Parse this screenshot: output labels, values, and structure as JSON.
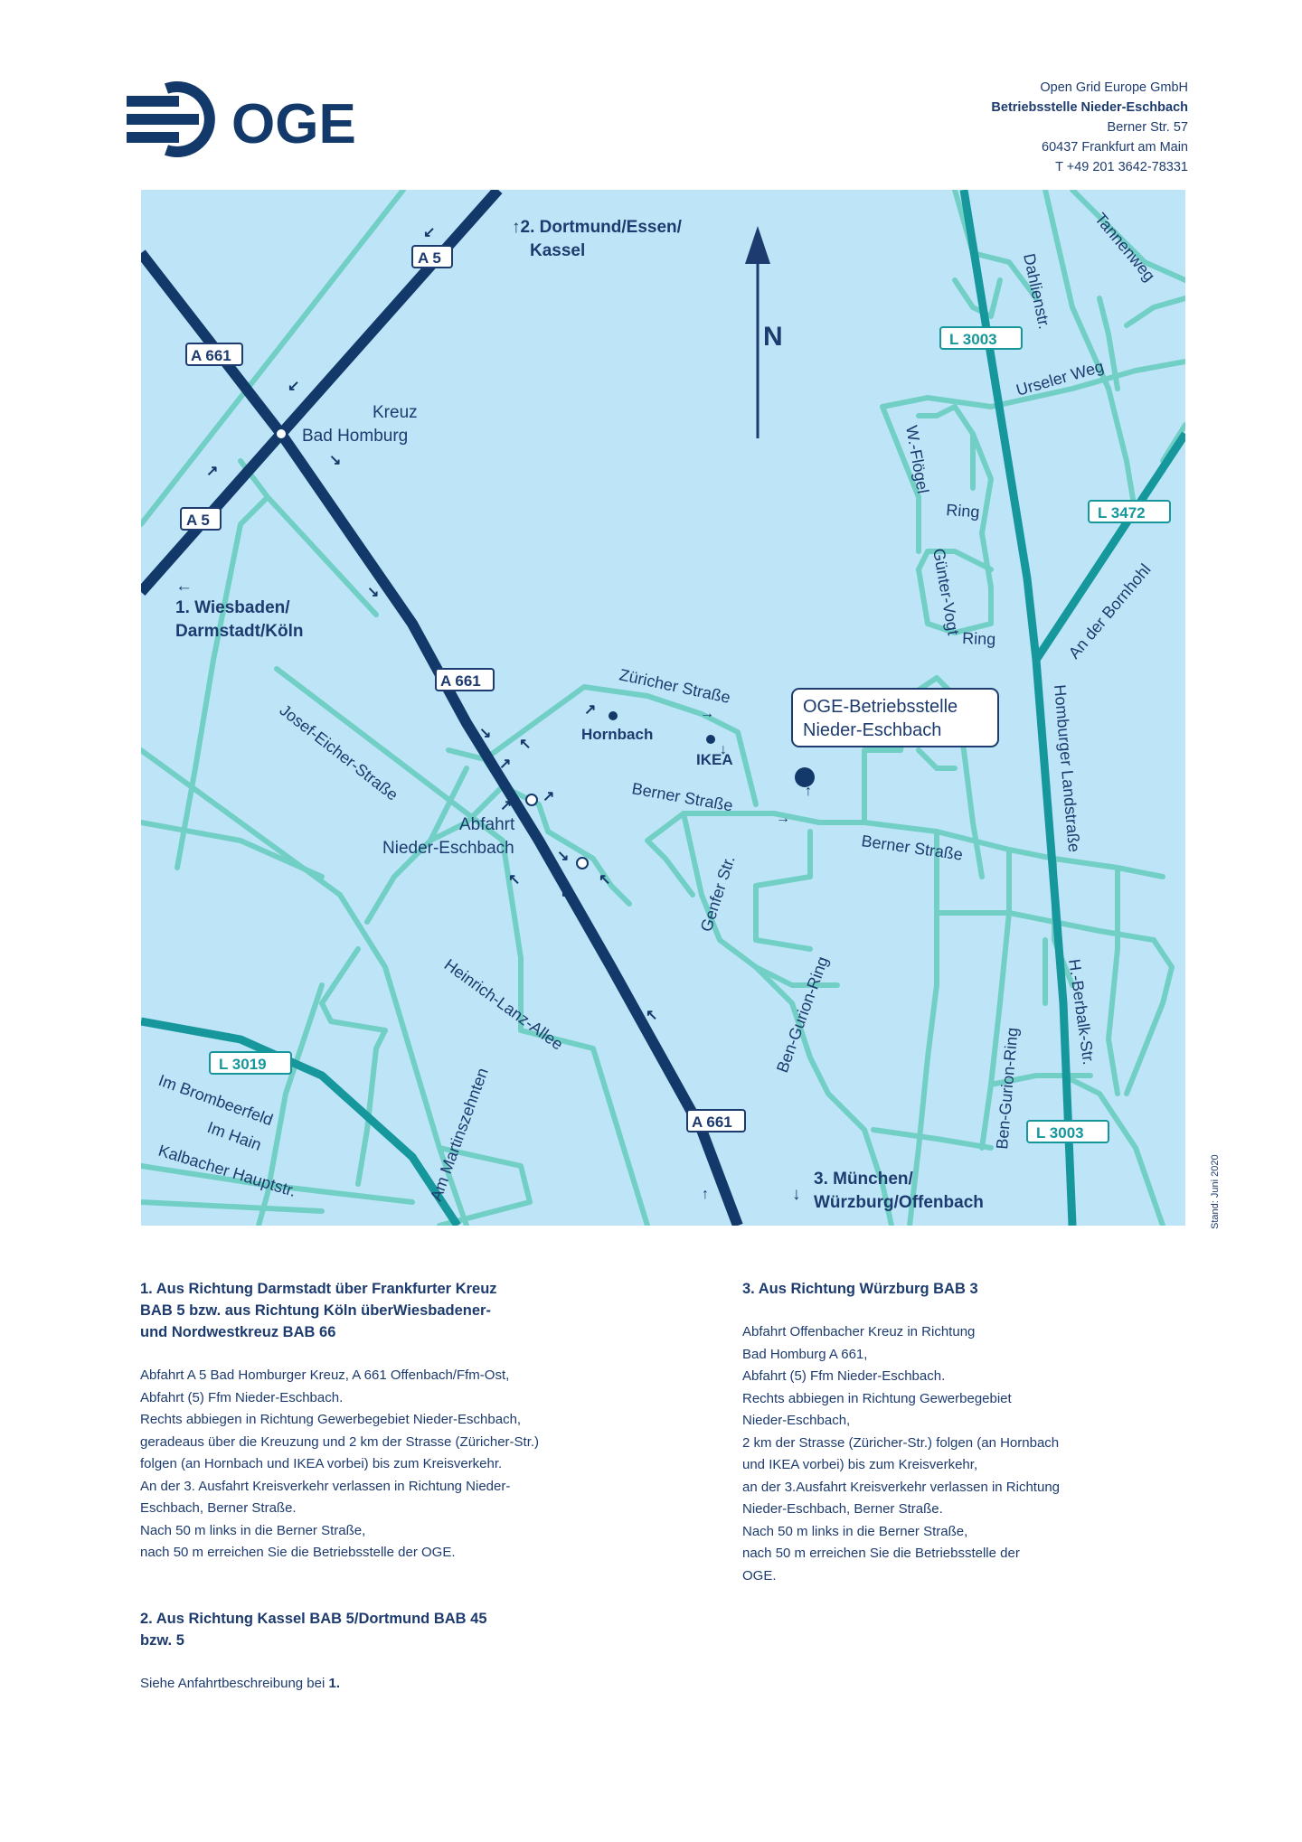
{
  "header": {
    "brand": "OGE",
    "address_lines": [
      "Open Grid Europe GmbH",
      "Betriebsstelle Nieder-Eschbach",
      "Berner Str. 57",
      "60437 Frankfurt am Main",
      "T +49 201 3642-78331"
    ]
  },
  "map": {
    "north_label": "N",
    "highway_labels": [
      "A 5",
      "A 661",
      "A 5",
      "A 661",
      "A 661"
    ],
    "state_road_labels": [
      "L 3003",
      "L 3472",
      "L 3019",
      "L 3003"
    ],
    "destinations": {
      "dortmund": [
        "↑2. Dortmund/Essen/",
        "Kassel"
      ],
      "wiesbaden": [
        "←",
        "1. Wiesbaden/",
        "Darmstadt/Köln"
      ],
      "muenchen": [
        "3. München/",
        "Würzburg/Offenbach"
      ]
    },
    "places": {
      "kreuz": [
        "Kreuz",
        "Bad Homburg"
      ],
      "abfahrt": [
        "Abfahrt",
        "Nieder-Eschbach"
      ],
      "hornbach": "Hornbach",
      "ikea": "IKEA",
      "oge_station": [
        "OGE-Betriebsstelle",
        "Nieder-Eschbach"
      ]
    },
    "streets": {
      "zuericher": "Züricher Straße",
      "berner1": "Berner Straße",
      "berner2": "Berner Straße",
      "genfer": "Genfer Str.",
      "josef": "Josef-Eicher-Straße",
      "heinrich": "Heinrich-Lanz-Allee",
      "ammartin": "Am Martinszehnten",
      "brombeer": "Im Brombeerfeld",
      "hain": "Im Hain",
      "kalbacher": "Kalbacher Hauptstr.",
      "bengurion1": "Ben-Gurion-Ring",
      "bengurion2": "Ben-Gurion-Ring",
      "homburger": "Homburger Landstraße",
      "berbalk": "H.-Berbalk-Str.",
      "dahlien": "Dahlienstr.",
      "tannen": "Tannenweg",
      "urseler": "Urseler Weg",
      "floegel": "W.-Flögel",
      "ring1": "Ring",
      "ring2": "Ring",
      "guenter": "Günter-Vogt",
      "bornhohl": "An der Bornhohl"
    },
    "colors": {
      "water_bg": "#bde5f7",
      "road": "#72cfc6",
      "highway": "#13386a",
      "state_road": "#16979c",
      "text": "#1d3b6e"
    }
  },
  "stand": "Stand: Juni 2020",
  "directions": {
    "d1": {
      "title": "1. Aus Richtung Darmstadt über Frankfurter Kreuz\nBAB 5 bzw. aus Richtung Köln überWiesbadener-\nund Nordwestkreuz BAB 66",
      "body": "Abfahrt A 5 Bad Homburger Kreuz, A 661 Offenbach/Ffm-Ost,\nAbfahrt (5) Ffm Nieder-Eschbach.\nRechts abbiegen in Richtung Gewerbegebiet Nieder-Eschbach,\ngeradeaus über die Kreuzung und 2 km der Strasse (Züricher-Str.)\nfolgen (an Hornbach und IKEA vorbei) bis zum Kreisverkehr.\nAn der 3. Ausfahrt Kreisverkehr verlassen in Richtung Nieder-\nEschbach, Berner Straße.\nNach 50 m links in die Berner Straße,\nnach 50 m erreichen Sie die Betriebsstelle der OGE."
    },
    "d2": {
      "title": "2. Aus Richtung Kassel BAB 5/Dortmund BAB 45\nbzw. 5",
      "body_prefix": "Siehe Anfahrtbeschreibung bei ",
      "body_ref": "1."
    },
    "d3": {
      "title": "3. Aus Richtung Würzburg BAB 3",
      "body": "Abfahrt Offenbacher Kreuz in Richtung\nBad Homburg A 661,\nAbfahrt (5) Ffm Nieder-Eschbach.\nRechts abbiegen in Richtung Gewerbegebiet\nNieder-Eschbach,\n2 km der Strasse (Züricher-Str.) folgen (an Hornbach\nund IKEA vorbei) bis zum Kreisverkehr,\nan der 3.Ausfahrt Kreisverkehr verlassen in Richtung\nNieder-Eschbach, Berner Straße.\nNach 50 m links in die Berner Straße,\nnach 50 m erreichen Sie die Betriebsstelle der\nOGE."
    }
  }
}
